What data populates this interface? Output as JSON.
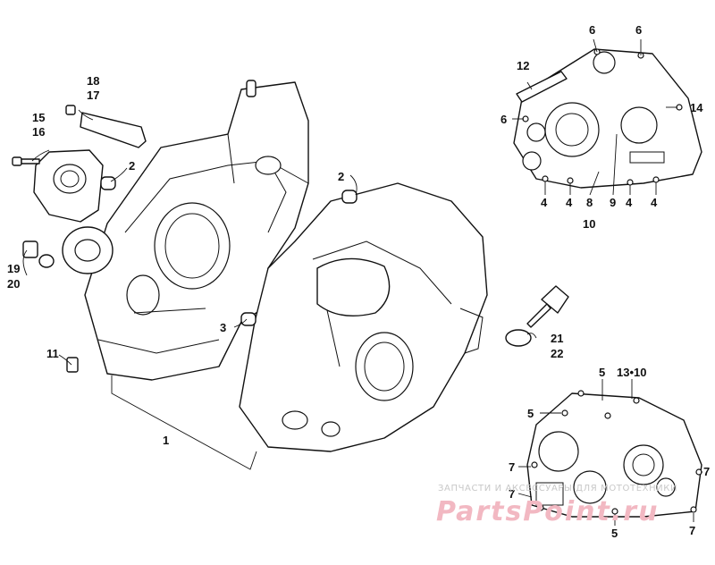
{
  "diagram": {
    "callouts": [
      {
        "id": "c18",
        "text": "18"
      },
      {
        "id": "c17",
        "text": "17"
      },
      {
        "id": "c15",
        "text": "15"
      },
      {
        "id": "c16",
        "text": "16"
      },
      {
        "id": "c2a",
        "text": "2"
      },
      {
        "id": "c2b",
        "text": "2"
      },
      {
        "id": "c19",
        "text": "19"
      },
      {
        "id": "c20",
        "text": "20"
      },
      {
        "id": "c3",
        "text": "3"
      },
      {
        "id": "c11",
        "text": "11"
      },
      {
        "id": "c1",
        "text": "1"
      },
      {
        "id": "c21",
        "text": "21"
      },
      {
        "id": "c22",
        "text": "22"
      },
      {
        "id": "c12",
        "text": "12"
      },
      {
        "id": "c6a",
        "text": "6"
      },
      {
        "id": "c6b",
        "text": "6"
      },
      {
        "id": "c6c",
        "text": "6"
      },
      {
        "id": "c14",
        "text": "14"
      },
      {
        "id": "c4a",
        "text": "4"
      },
      {
        "id": "c4b",
        "text": "4"
      },
      {
        "id": "c8",
        "text": "8"
      },
      {
        "id": "c10",
        "text": "10"
      },
      {
        "id": "c9",
        "text": "9"
      },
      {
        "id": "c4c",
        "text": "4"
      },
      {
        "id": "c4d",
        "text": "4"
      },
      {
        "id": "c5a",
        "text": "5"
      },
      {
        "id": "c13",
        "text": "13•10"
      },
      {
        "id": "c5b",
        "text": "5"
      },
      {
        "id": "c7a",
        "text": "7"
      },
      {
        "id": "c7b",
        "text": "7"
      },
      {
        "id": "c7c",
        "text": "7"
      },
      {
        "id": "c5c",
        "text": "5"
      },
      {
        "id": "c7d",
        "text": "7"
      }
    ]
  },
  "watermark": {
    "caption": "ЗАПЧАСТИ И АКСЕССУАРЫ ДЛЯ МОТОТЕХНИКИ",
    "logo": "PartsPoint.ru"
  }
}
